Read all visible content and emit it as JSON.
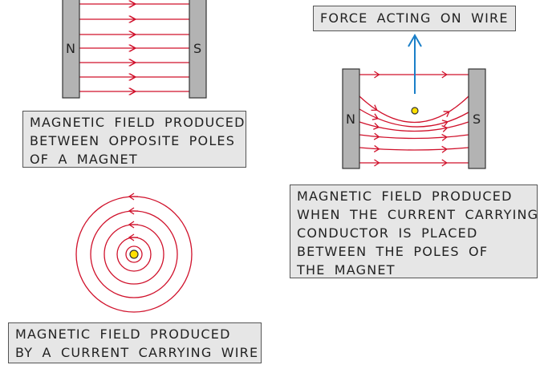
{
  "magnet_diagram": {
    "north_label": "N",
    "south_label": "S",
    "caption": [
      "MAGNETIC FIELD PRODUCED",
      "BETWEEN OPPOSITE POLES",
      "OF A MAGNET"
    ]
  },
  "wire_diagram": {
    "caption": [
      "MAGNETIC FIELD PRODUCED",
      "BY A CURRENT CARRYING WIRE"
    ]
  },
  "combined_diagram": {
    "north_label": "N",
    "south_label": "S",
    "force_label": "FORCE ACTING ON WIRE",
    "caption": [
      "MAGNETIC FIELD PRODUCED",
      "WHEN THE CURRENT CARRYING",
      "CONDUCTOR IS PLACED",
      "BETWEEN THE POLES OF",
      "THE MAGNET"
    ]
  },
  "colors": {
    "field": "#d0112b",
    "magnet": "#b3b3b3",
    "force": "#1a7fc8",
    "wire": "#ffe000"
  }
}
